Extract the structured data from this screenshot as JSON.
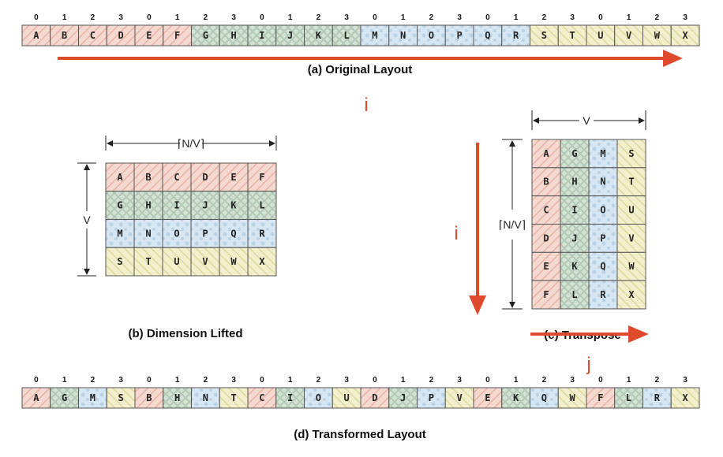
{
  "colors": {
    "group0": "#f5d9d0",
    "group1": "#d3e2d4",
    "group2": "#d6e6f2",
    "group3": "#f2efcc",
    "arrow": "#e04a2c",
    "stroke": "#555555"
  },
  "original": {
    "caption": "(a) Original Layout",
    "letters": [
      "A",
      "B",
      "C",
      "D",
      "E",
      "F",
      "G",
      "H",
      "I",
      "J",
      "K",
      "L",
      "M",
      "N",
      "O",
      "P",
      "Q",
      "R",
      "S",
      "T",
      "U",
      "V",
      "W",
      "X"
    ],
    "indices": [
      "0",
      "1",
      "2",
      "3",
      "0",
      "1",
      "2",
      "3",
      "0",
      "1",
      "2",
      "3",
      "0",
      "1",
      "2",
      "3",
      "0",
      "1",
      "2",
      "3",
      "0",
      "1",
      "2",
      "3"
    ],
    "groups": [
      0,
      0,
      0,
      0,
      0,
      0,
      1,
      1,
      1,
      1,
      1,
      1,
      2,
      2,
      2,
      2,
      2,
      2,
      3,
      3,
      3,
      3,
      3,
      3
    ],
    "arrow_label": "i"
  },
  "lifted": {
    "caption": "(b) Dimension Lifted",
    "width_label": "⌈N/V⌉",
    "height_label": "V",
    "rows": [
      [
        "A",
        "B",
        "C",
        "D",
        "E",
        "F"
      ],
      [
        "G",
        "H",
        "I",
        "J",
        "K",
        "L"
      ],
      [
        "M",
        "N",
        "O",
        "P",
        "Q",
        "R"
      ],
      [
        "S",
        "T",
        "U",
        "V",
        "W",
        "X"
      ]
    ],
    "row_groups": [
      0,
      1,
      2,
      3
    ]
  },
  "transpose": {
    "caption": "(c) Transpose",
    "width_label": "V",
    "height_label": "⌈N/V⌉",
    "rows": [
      [
        "A",
        "G",
        "M",
        "S"
      ],
      [
        "B",
        "H",
        "N",
        "T"
      ],
      [
        "C",
        "I",
        "O",
        "U"
      ],
      [
        "D",
        "J",
        "P",
        "V"
      ],
      [
        "E",
        "K",
        "Q",
        "W"
      ],
      [
        "F",
        "L",
        "R",
        "X"
      ]
    ],
    "col_groups": [
      0,
      1,
      2,
      3
    ],
    "vertical_arrow_label": "i",
    "horizontal_arrow_label": "j"
  },
  "transformed": {
    "caption": "(d) Transformed Layout",
    "letters": [
      "A",
      "G",
      "M",
      "S",
      "B",
      "H",
      "N",
      "T",
      "C",
      "I",
      "O",
      "U",
      "D",
      "J",
      "P",
      "V",
      "E",
      "K",
      "Q",
      "W",
      "F",
      "L",
      "R",
      "X"
    ],
    "indices": [
      "0",
      "1",
      "2",
      "3",
      "0",
      "1",
      "2",
      "3",
      "0",
      "1",
      "2",
      "3",
      "0",
      "1",
      "2",
      "3",
      "0",
      "1",
      "2",
      "3",
      "0",
      "1",
      "2",
      "3"
    ],
    "groups": [
      0,
      1,
      2,
      3,
      0,
      1,
      2,
      3,
      0,
      1,
      2,
      3,
      0,
      1,
      2,
      3,
      0,
      1,
      2,
      3,
      0,
      1,
      2,
      3
    ]
  }
}
